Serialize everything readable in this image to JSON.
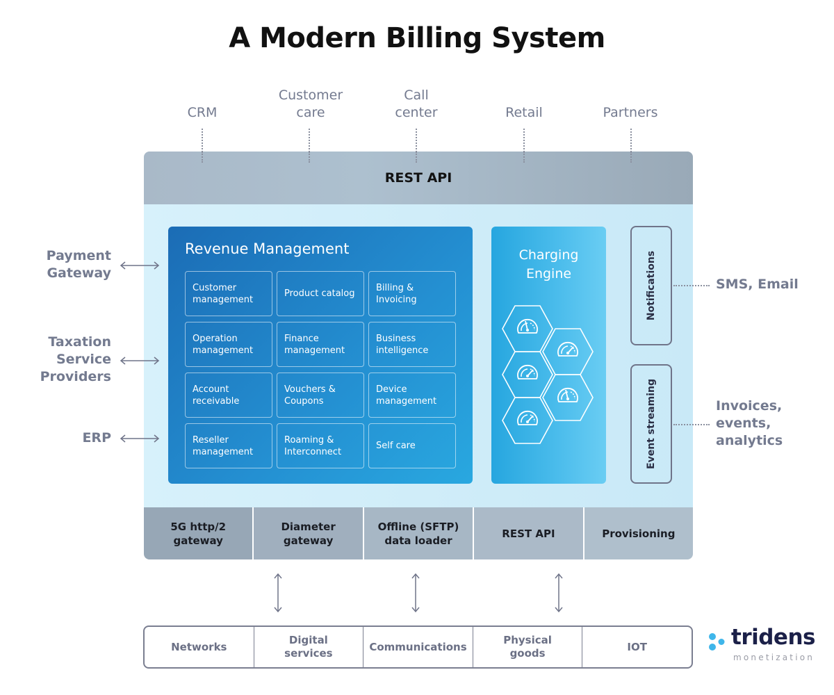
{
  "title": "A Modern Billing System",
  "top_channels": [
    {
      "label": "CRM"
    },
    {
      "label": "Customer care"
    },
    {
      "label": "Call center"
    },
    {
      "label": "Retail"
    },
    {
      "label": "Partners"
    }
  ],
  "top_api": "REST API",
  "left_integrations": [
    {
      "label": "Payment Gateway"
    },
    {
      "label": "Taxation Service Providers"
    },
    {
      "label": "ERP"
    }
  ],
  "revenue_management": {
    "title": "Revenue Management",
    "modules": [
      "Customer management",
      "Product catalog",
      "Billing & Invoicing",
      "Operation management",
      "Finance management",
      "Business intelligence",
      "Account receivable",
      "Vouchers & Coupons",
      "Device management",
      "Reseller management",
      "Roaming & Interconnect",
      "Self care"
    ]
  },
  "charging_engine": {
    "title": "Charging Engine",
    "icons": [
      "gauge-icon",
      "gauge-icon",
      "gauge-icon",
      "gauge-icon",
      "gauge-icon"
    ]
  },
  "side_services": [
    {
      "label": "Notifications",
      "output": "SMS, Email"
    },
    {
      "label": "Event streaming",
      "output": "Invoices, events, analytics"
    }
  ],
  "gateways": [
    "5G http/2 gateway",
    "Diameter gateway",
    "Offline (SFTP) data loader",
    "REST API",
    "Provisioning"
  ],
  "outputs": [
    "Networks",
    "Digital services",
    "Communications",
    "Physical goods",
    "IOT"
  ],
  "logo": {
    "name": "tridens",
    "tagline": "monetization"
  },
  "colors": {
    "rest_api_bar": "#a9b9c8",
    "core_background": "#d7f1fb",
    "revenue_blue": "#1b6cb5",
    "charging_blue": "#4cbdec",
    "label_gray": "#737a8f",
    "logo_dark": "#1b2048",
    "logo_dot": "#3fb6ea"
  }
}
